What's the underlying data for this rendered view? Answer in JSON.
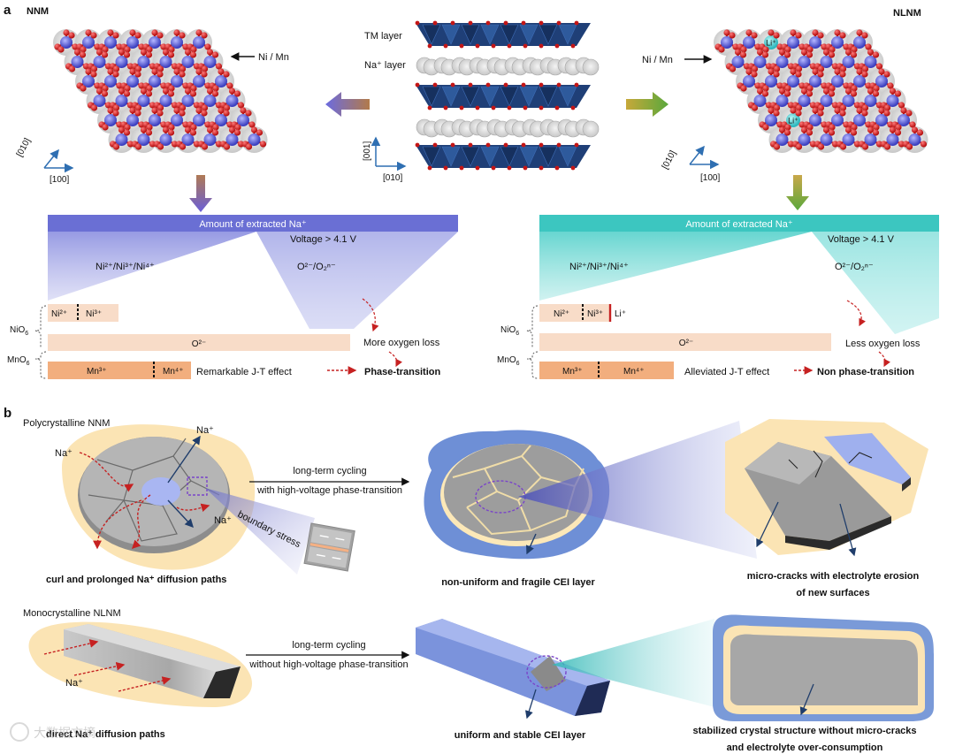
{
  "panel_a": {
    "label": "a",
    "left_title": "NNM",
    "right_title": "NLNM",
    "left_atom_label": "Ni / Mn",
    "right_atom_label": "Ni / Mn",
    "li_label": "Li⁺",
    "tm_layer": "TM layer",
    "na_layer": "Na⁺ layer",
    "axis_010": "[010]",
    "axis_100": "[100]",
    "axis_001": "[001]",
    "left_bar_title": "Amount of extracted Na⁺",
    "right_bar_title": "Amount of extracted Na⁺",
    "ni_redox": "Ni²⁺/Ni³⁺/Ni⁴⁺",
    "voltage": "Voltage > 4.1 V",
    "oxygen_redox": "O²⁻/O₂ⁿ⁻",
    "ni2": "Ni²⁺",
    "ni3": "Ni³⁺",
    "li_plus": "Li⁺",
    "nio6": "NiO",
    "mno6": "MnO",
    "sub6": "6",
    "o2": "O²⁻",
    "mn3": "Mn³⁺",
    "mn4": "Mn⁴⁺",
    "more_oxygen_loss": "More oxygen loss",
    "less_oxygen_loss": "Less oxygen loss",
    "remarkable_jt": "Remarkable J-T effect",
    "alleviated_jt": "Alleviated J-T effect",
    "phase_transition": "Phase-transition",
    "non_phase_transition": "Non phase-transition",
    "colors": {
      "nnm_bar": "#6a6fd4",
      "nlnm_bar": "#3cc6c0",
      "peach": "#f8dcc8",
      "mn_bar": "#f2ae7e"
    }
  },
  "panel_b": {
    "label": "b",
    "poly_title": "Polycrystalline NNM",
    "mono_title": "Monocrystalline NLNM",
    "na_plus": "Na⁺",
    "cycling_top_1": "long-term cycling",
    "cycling_top_2": "with high-voltage phase-transition",
    "cycling_bottom_1": "long-term cycling",
    "cycling_bottom_2": "without high-voltage phase-transition",
    "boundary_stress": "boundary stress",
    "curl_paths": "curl and prolonged Na⁺ diffusion paths",
    "nonuniform_cei": "non-uniform and fragile CEI layer",
    "microcracks_1": "micro-cracks with electrolyte erosion",
    "microcracks_2": "of new surfaces",
    "direct_paths": "direct Na⁺ diffusion paths",
    "uniform_cei": "uniform and stable CEI layer",
    "stabilized_1": "stabilized crystal structure without micro-cracks",
    "stabilized_2": "and electrolyte over-consumption",
    "watermark": "大数据文摘"
  }
}
